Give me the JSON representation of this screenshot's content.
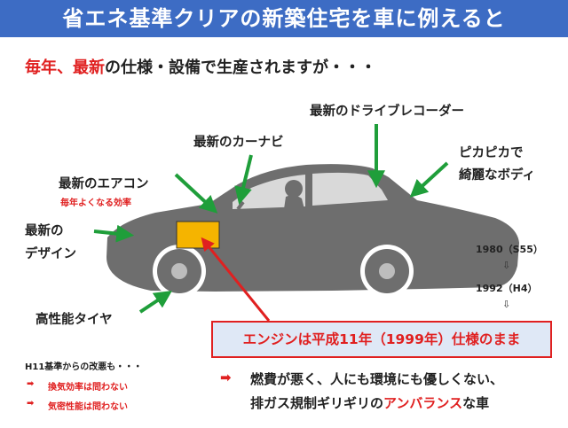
{
  "title": "省エネ基準クリアの新築住宅を車に例えると",
  "lead": {
    "part1": "毎年、",
    "part2": "最新",
    "part3": "の仕様・設備で生産されますが・・・"
  },
  "labels": {
    "drive_recorder": "最新のドライブレコーダー",
    "car_navi": "最新のカーナビ",
    "body_line1": "ピカピカで",
    "body_line2": "綺麗なボディ",
    "aircon": "最新のエアコン",
    "aircon_sub": "毎年よくなる効率",
    "design_line1": "最新の",
    "design_line2": "デザイン",
    "tires": "高性能タイヤ"
  },
  "timeline": {
    "year1": "1980（S55）",
    "arrow1": "⇩",
    "year2": "1992（H4）",
    "arrow2": "⇩"
  },
  "engine_text": "エンジンは平成11年（1999年）仕様のまま",
  "notes": {
    "heading": "H11基準からの改悪も・・・",
    "item1": "換気効率は問わない",
    "item2": "気密性能は問わない",
    "bullet": "➡"
  },
  "conclusion": {
    "line1": "燃費が悪く、人にも環境にも優しくない、",
    "line2a": "排ガス規制ギリギリの",
    "line2b": "アンバランス",
    "line2c": "な車",
    "bullet": "➡"
  },
  "colors": {
    "title_bg": "#3d6cc4",
    "accent_red": "#e02020",
    "arrow_green": "#1f9e3a",
    "car_gray": "#6e6e6e",
    "engine_fill": "#f5b400",
    "box_fill": "#dfe8f6"
  }
}
